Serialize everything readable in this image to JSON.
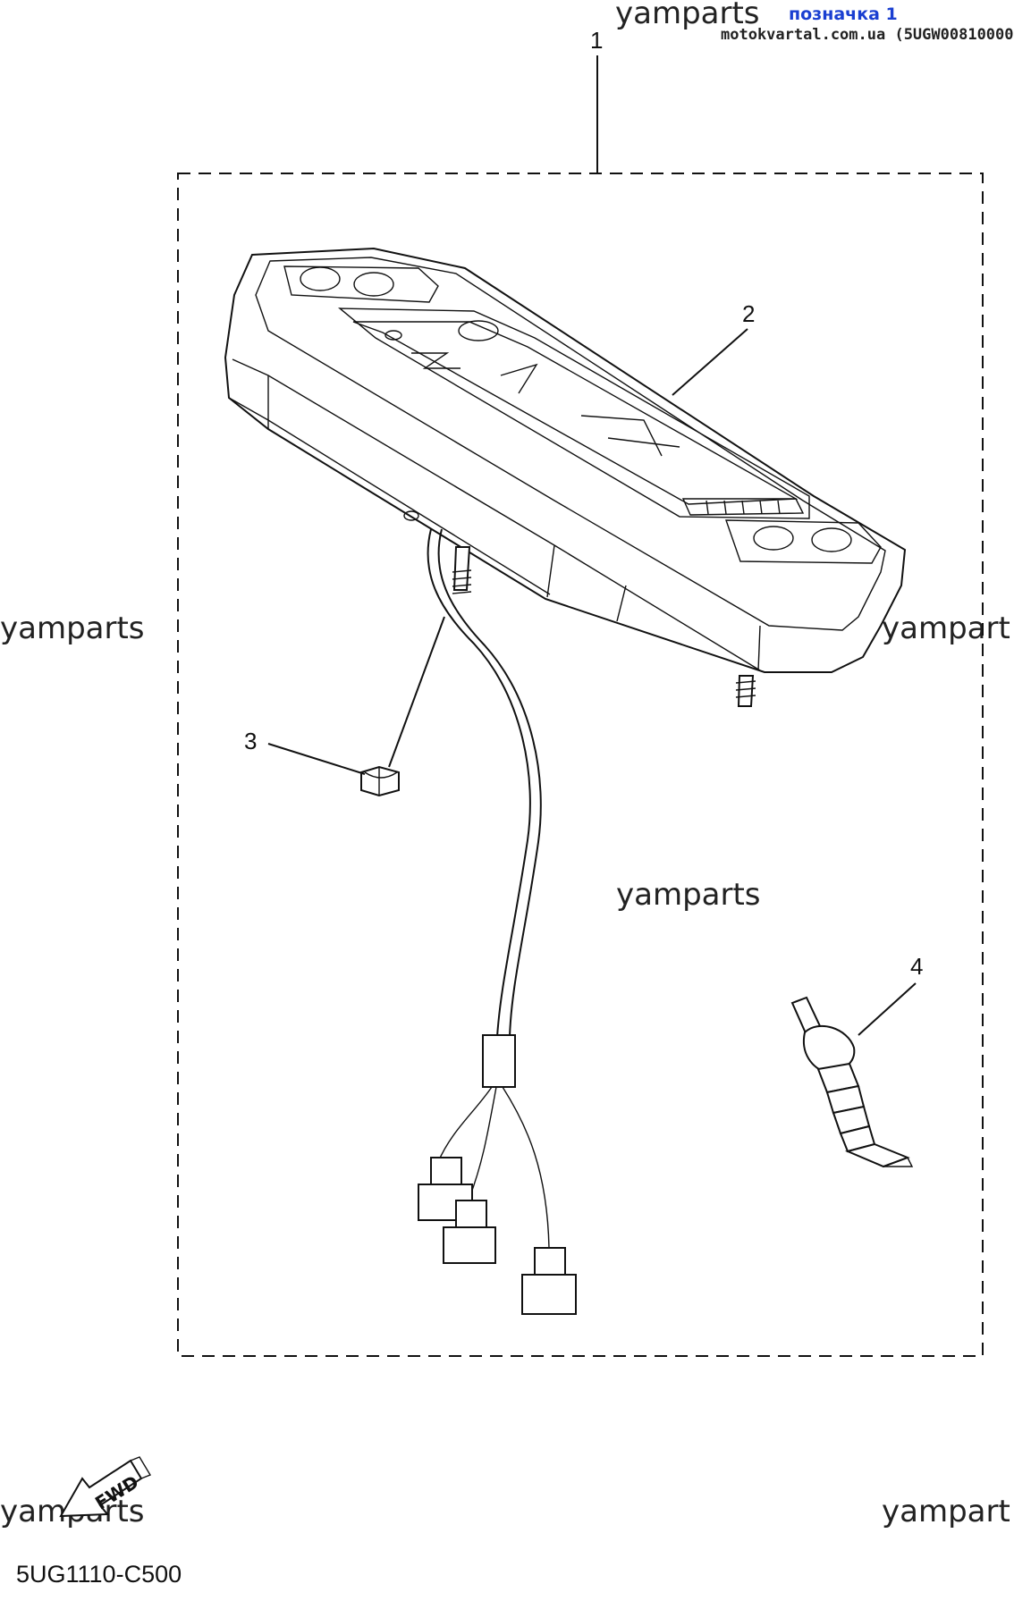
{
  "header": {
    "label": "позначка 1",
    "source": "motokvartal.com.ua (5UGW00810000)"
  },
  "watermarks": [
    "yamparts",
    "yamparts",
    "yampart",
    "yamparts",
    "yamparts",
    "yampart"
  ],
  "callouts": [
    "1",
    "2",
    "3",
    "4"
  ],
  "fwd_label": "FWD",
  "diagram_code": "5UG1110-C500"
}
